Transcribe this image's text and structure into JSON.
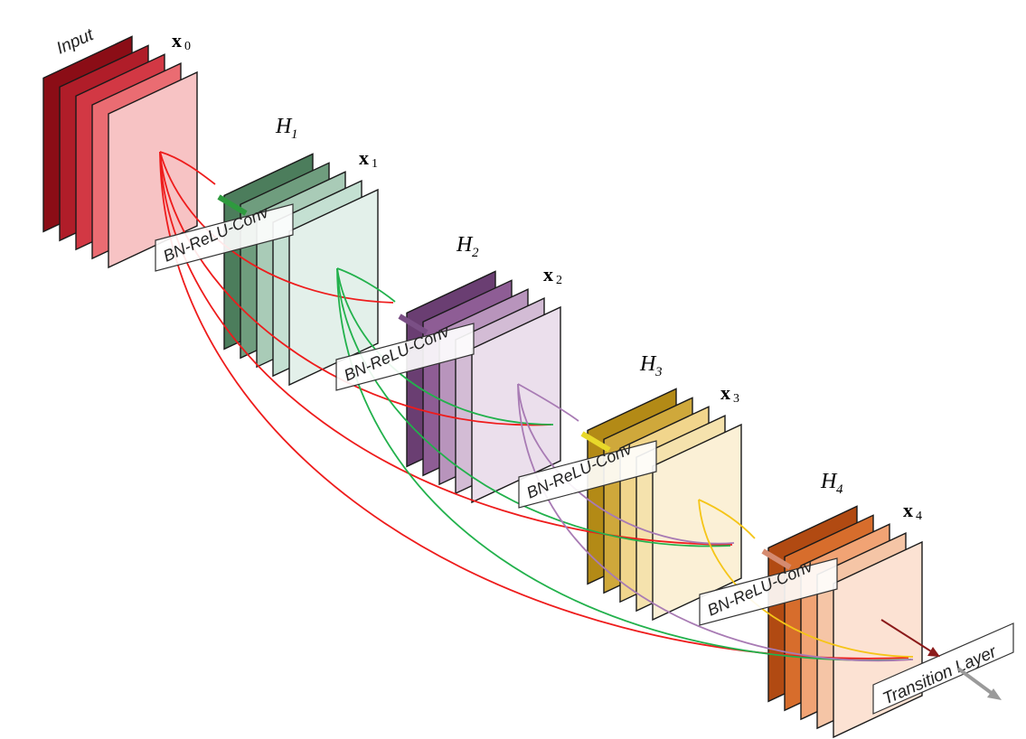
{
  "input_label": "Input",
  "feature_maps": [
    {
      "id": "x0",
      "letter": "x",
      "sub": "0",
      "colors": {
        "back": "#8b0d16",
        "m1": "#b01d29",
        "m2": "#d23844",
        "m3": "#ea6c72",
        "front": "#f7c3c4"
      }
    },
    {
      "id": "x1",
      "letter": "x",
      "sub": "1",
      "colors": {
        "back": "#4c7d5c",
        "m1": "#6f9d7e",
        "m2": "#a9cbb7",
        "m3": "#c4e0d2",
        "front": "#e3f0ea"
      }
    },
    {
      "id": "x2",
      "letter": "x",
      "sub": "2",
      "colors": {
        "back": "#6a3e72",
        "m1": "#8e5d95",
        "m2": "#b894bc",
        "m3": "#d3bcd5",
        "front": "#ebdfec"
      }
    },
    {
      "id": "x3",
      "letter": "x",
      "sub": "3",
      "colors": {
        "back": "#b38a16",
        "m1": "#cfa83b",
        "m2": "#f1d58c",
        "m3": "#f5e2ad",
        "front": "#fbf0d6"
      }
    },
    {
      "id": "x4",
      "letter": "x",
      "sub": "4",
      "colors": {
        "back": "#b14a12",
        "m1": "#d76d2c",
        "m2": "#f1a374",
        "m3": "#f5c5a6",
        "front": "#fce2d3"
      }
    }
  ],
  "layers": [
    {
      "id": "H1",
      "letter": "H",
      "sub": "1",
      "box_label": "BN-ReLU-Conv",
      "arrow_color": "#2e9a3e"
    },
    {
      "id": "H2",
      "letter": "H",
      "sub": "2",
      "box_label": "BN-ReLU-Conv",
      "arrow_color": "#7a4f85"
    },
    {
      "id": "H3",
      "letter": "H",
      "sub": "3",
      "box_label": "BN-ReLU-Conv",
      "arrow_color": "#e8d82a"
    },
    {
      "id": "H4",
      "letter": "H",
      "sub": "4",
      "box_label": "BN-ReLU-Conv",
      "arrow_color": "#d58b70"
    }
  ],
  "transition": {
    "label": "Transition Layer",
    "arrow_color": "#9a9a9a",
    "final_arrow_color": "#8b1a1a"
  },
  "connection_colors": {
    "x0": "#ee1c1c",
    "x1": "#22b14c",
    "x2": "#a87bb4",
    "x3": "#f5c518"
  }
}
